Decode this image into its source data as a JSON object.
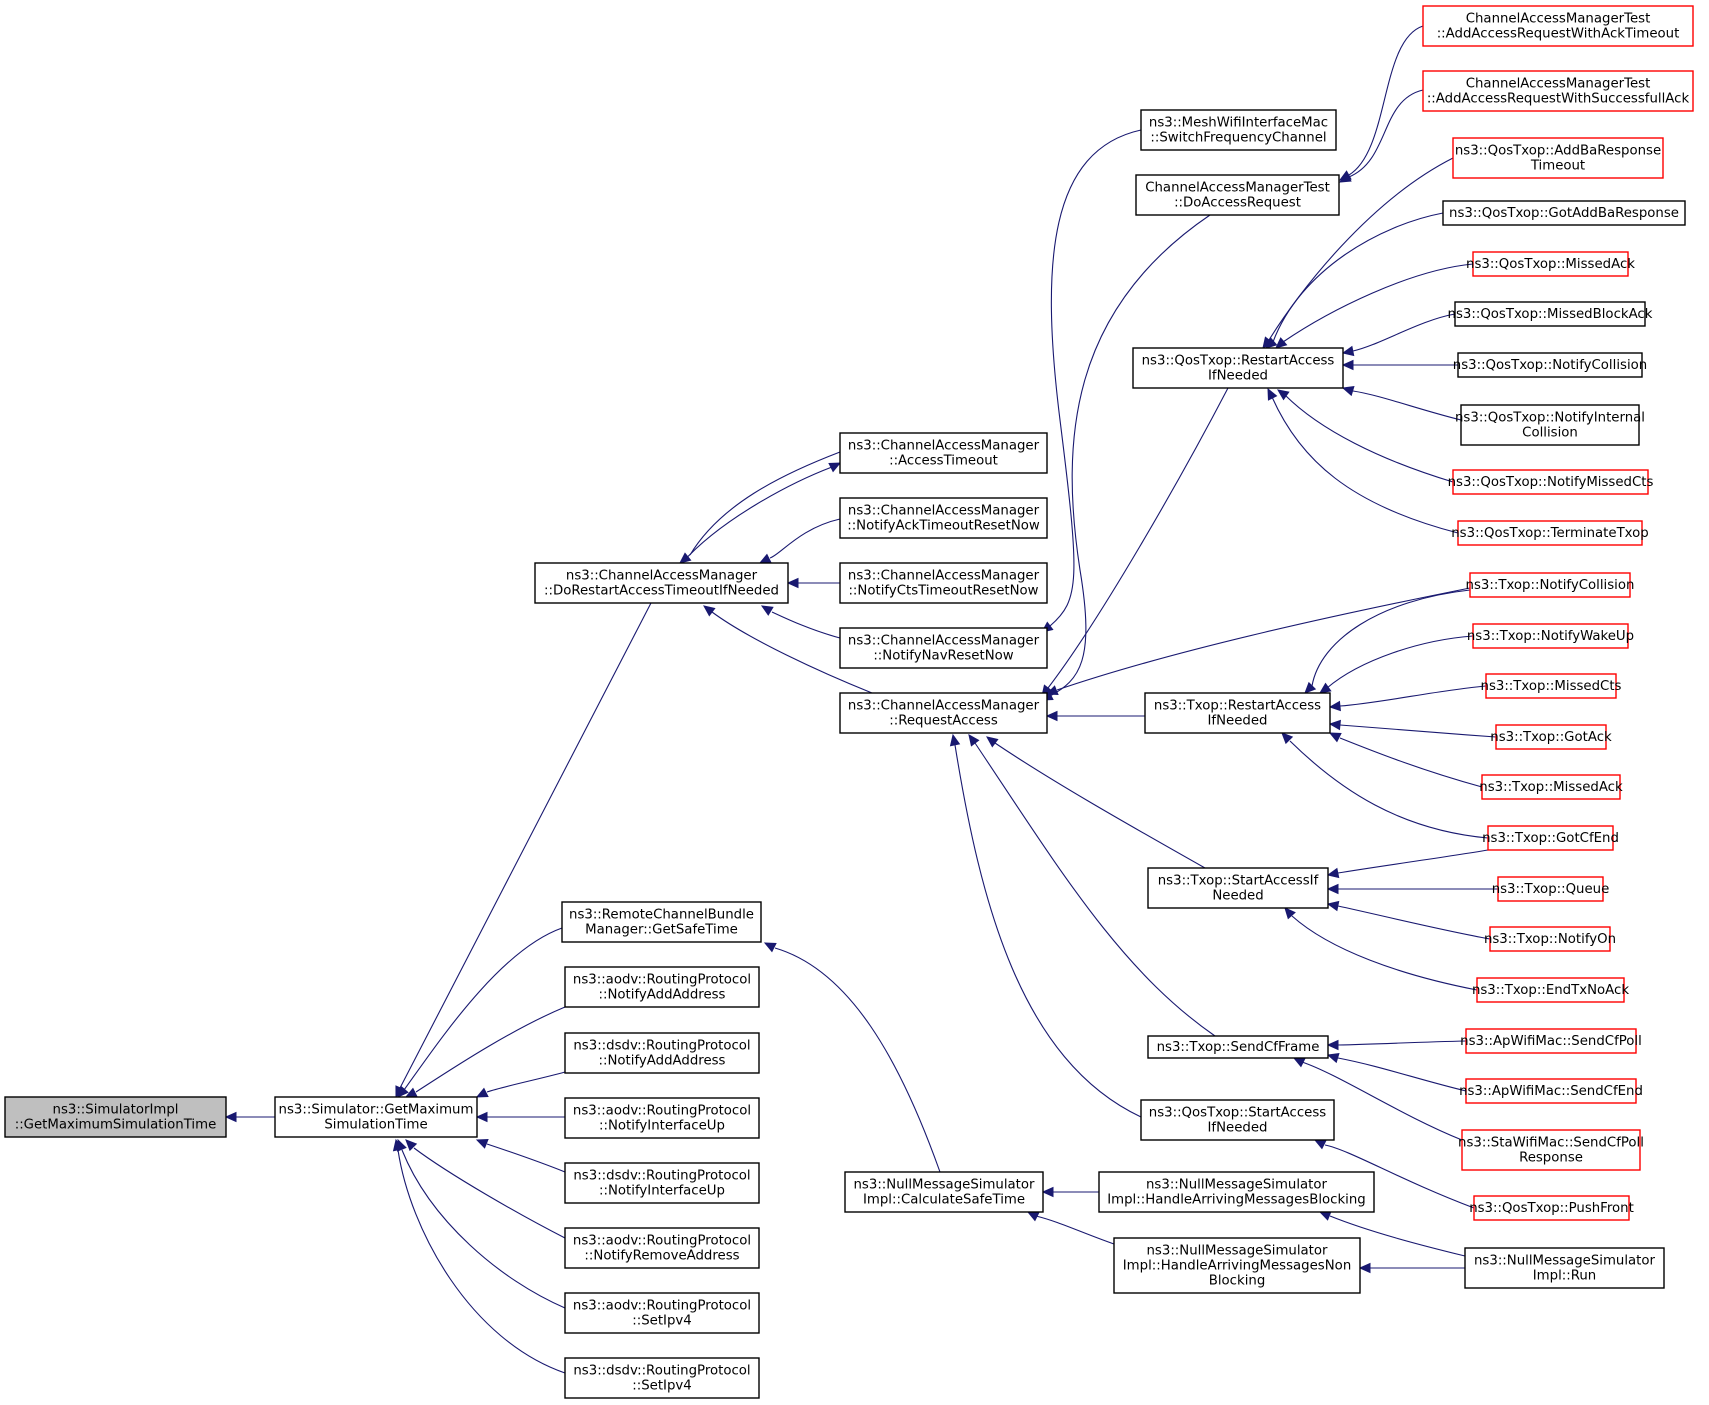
{
  "colors": {
    "edge": "#191970",
    "border_normal": "#000000",
    "border_truncated": "#ff0000",
    "root_fill": "#bfbfbf",
    "node_fill": "#ffffff"
  },
  "nodes": [
    {
      "id": "root",
      "lines": [
        "ns3::SimulatorImpl",
        "::GetMaximumSimulationTime"
      ],
      "style": "root"
    },
    {
      "id": "simgetmax",
      "lines": [
        "ns3::Simulator::GetMaximum",
        "SimulationTime"
      ],
      "style": "normal"
    },
    {
      "id": "cam_dorestart",
      "lines": [
        "ns3::ChannelAccessManager",
        "::DoRestartAccessTimeoutIfNeeded"
      ],
      "style": "normal"
    },
    {
      "id": "rcb_getsafe",
      "lines": [
        "ns3::RemoteChannelBundle",
        "Manager::GetSafeTime"
      ],
      "style": "normal"
    },
    {
      "id": "aodv_addaddr",
      "lines": [
        "ns3::aodv::RoutingProtocol",
        "::NotifyAddAddress"
      ],
      "style": "normal"
    },
    {
      "id": "dsdv_addaddr",
      "lines": [
        "ns3::dsdv::RoutingProtocol",
        "::NotifyAddAddress"
      ],
      "style": "normal"
    },
    {
      "id": "aodv_ifup",
      "lines": [
        "ns3::aodv::RoutingProtocol",
        "::NotifyInterfaceUp"
      ],
      "style": "normal"
    },
    {
      "id": "dsdv_ifup",
      "lines": [
        "ns3::dsdv::RoutingProtocol",
        "::NotifyInterfaceUp"
      ],
      "style": "normal"
    },
    {
      "id": "aodv_rmaddr",
      "lines": [
        "ns3::aodv::RoutingProtocol",
        "::NotifyRemoveAddress"
      ],
      "style": "normal"
    },
    {
      "id": "aodv_setipv4",
      "lines": [
        "ns3::aodv::RoutingProtocol",
        "::SetIpv4"
      ],
      "style": "normal"
    },
    {
      "id": "dsdv_setipv4",
      "lines": [
        "ns3::dsdv::RoutingProtocol",
        "::SetIpv4"
      ],
      "style": "normal"
    },
    {
      "id": "cam_accesstimeout",
      "lines": [
        "ns3::ChannelAccessManager",
        "::AccessTimeout"
      ],
      "style": "normal"
    },
    {
      "id": "cam_notifyack",
      "lines": [
        "ns3::ChannelAccessManager",
        "::NotifyAckTimeoutResetNow"
      ],
      "style": "normal"
    },
    {
      "id": "cam_notifycts",
      "lines": [
        "ns3::ChannelAccessManager",
        "::NotifyCtsTimeoutResetNow"
      ],
      "style": "normal"
    },
    {
      "id": "cam_notifynav",
      "lines": [
        "ns3::ChannelAccessManager",
        "::NotifyNavResetNow"
      ],
      "style": "normal"
    },
    {
      "id": "cam_requestaccess",
      "lines": [
        "ns3::ChannelAccessManager",
        "::RequestAccess"
      ],
      "style": "normal"
    },
    {
      "id": "nms_calcsafe",
      "lines": [
        "ns3::NullMessageSimulator",
        "Impl::CalculateSafeTime"
      ],
      "style": "normal"
    },
    {
      "id": "mesh_switch",
      "lines": [
        "ns3::MeshWifiInterfaceMac",
        "::SwitchFrequencyChannel"
      ],
      "style": "normal"
    },
    {
      "id": "camt_doaccess",
      "lines": [
        "ChannelAccessManagerTest",
        "::DoAccessRequest"
      ],
      "style": "normal"
    },
    {
      "id": "qos_restart",
      "lines": [
        "ns3::QosTxop::RestartAccess",
        "IfNeeded"
      ],
      "style": "normal"
    },
    {
      "id": "txop_restart",
      "lines": [
        "ns3::Txop::RestartAccess",
        "IfNeeded"
      ],
      "style": "normal"
    },
    {
      "id": "txop_startaccess",
      "lines": [
        "ns3::Txop::StartAccessIf",
        "Needed"
      ],
      "style": "normal"
    },
    {
      "id": "txop_sendcf",
      "lines": [
        "ns3::Txop::SendCfFrame"
      ],
      "style": "normal"
    },
    {
      "id": "qos_startaccess",
      "lines": [
        "ns3::QosTxop::StartAccess",
        "IfNeeded"
      ],
      "style": "normal"
    },
    {
      "id": "nms_harb",
      "lines": [
        "ns3::NullMessageSimulator",
        "Impl::HandleArrivingMessagesBlocking"
      ],
      "style": "normal"
    },
    {
      "id": "nms_harnb",
      "lines": [
        "ns3::NullMessageSimulator",
        "Impl::HandleArrivingMessagesNon",
        "Blocking"
      ],
      "style": "normal"
    },
    {
      "id": "camt_ackto",
      "lines": [
        "ChannelAccessManagerTest",
        "::AddAccessRequestWithAckTimeout"
      ],
      "style": "truncated"
    },
    {
      "id": "camt_successack",
      "lines": [
        "ChannelAccessManagerTest",
        "::AddAccessRequestWithSuccessfullAck"
      ],
      "style": "truncated"
    },
    {
      "id": "qos_addbato",
      "lines": [
        "ns3::QosTxop::AddBaResponse",
        "Timeout"
      ],
      "style": "truncated"
    },
    {
      "id": "qos_gotaddba",
      "lines": [
        "ns3::QosTxop::GotAddBaResponse"
      ],
      "style": "normal"
    },
    {
      "id": "qos_missedack",
      "lines": [
        "ns3::QosTxop::MissedAck"
      ],
      "style": "truncated"
    },
    {
      "id": "qos_missedblockack",
      "lines": [
        "ns3::QosTxop::MissedBlockAck"
      ],
      "style": "normal"
    },
    {
      "id": "qos_notifycoll",
      "lines": [
        "ns3::QosTxop::NotifyCollision"
      ],
      "style": "normal"
    },
    {
      "id": "qos_notifyintcoll",
      "lines": [
        "ns3::QosTxop::NotifyInternal",
        "Collision"
      ],
      "style": "normal"
    },
    {
      "id": "qos_notifymissedcts",
      "lines": [
        "ns3::QosTxop::NotifyMissedCts"
      ],
      "style": "truncated"
    },
    {
      "id": "qos_terminate",
      "lines": [
        "ns3::QosTxop::TerminateTxop"
      ],
      "style": "truncated"
    },
    {
      "id": "txop_notifycoll",
      "lines": [
        "ns3::Txop::NotifyCollision"
      ],
      "style": "truncated"
    },
    {
      "id": "txop_notifywake",
      "lines": [
        "ns3::Txop::NotifyWakeUp"
      ],
      "style": "truncated"
    },
    {
      "id": "txop_missedcts",
      "lines": [
        "ns3::Txop::MissedCts"
      ],
      "style": "truncated"
    },
    {
      "id": "txop_gotack",
      "lines": [
        "ns3::Txop::GotAck"
      ],
      "style": "truncated"
    },
    {
      "id": "txop_missedack",
      "lines": [
        "ns3::Txop::MissedAck"
      ],
      "style": "truncated"
    },
    {
      "id": "txop_gotcfend",
      "lines": [
        "ns3::Txop::GotCfEnd"
      ],
      "style": "truncated"
    },
    {
      "id": "txop_queue",
      "lines": [
        "ns3::Txop::Queue"
      ],
      "style": "truncated"
    },
    {
      "id": "txop_notifyon",
      "lines": [
        "ns3::Txop::NotifyOn"
      ],
      "style": "truncated"
    },
    {
      "id": "txop_endtxnoack",
      "lines": [
        "ns3::Txop::EndTxNoAck"
      ],
      "style": "truncated"
    },
    {
      "id": "ap_sendcfpoll",
      "lines": [
        "ns3::ApWifiMac::SendCfPoll"
      ],
      "style": "truncated"
    },
    {
      "id": "ap_sendcfend",
      "lines": [
        "ns3::ApWifiMac::SendCfEnd"
      ],
      "style": "truncated"
    },
    {
      "id": "sta_sendcfpollresp",
      "lines": [
        "ns3::StaWifiMac::SendCfPoll",
        "Response"
      ],
      "style": "truncated"
    },
    {
      "id": "qos_pushfront",
      "lines": [
        "ns3::QosTxop::PushFront"
      ],
      "style": "truncated"
    },
    {
      "id": "nms_run",
      "lines": [
        "ns3::NullMessageSimulator",
        "Impl::Run"
      ],
      "style": "normal"
    }
  ],
  "edges": [
    [
      "simgetmax",
      "root"
    ],
    [
      "cam_dorestart",
      "simgetmax"
    ],
    [
      "rcb_getsafe",
      "simgetmax"
    ],
    [
      "aodv_addaddr",
      "simgetmax"
    ],
    [
      "dsdv_addaddr",
      "simgetmax"
    ],
    [
      "aodv_ifup",
      "simgetmax"
    ],
    [
      "dsdv_ifup",
      "simgetmax"
    ],
    [
      "aodv_rmaddr",
      "simgetmax"
    ],
    [
      "aodv_setipv4",
      "simgetmax"
    ],
    [
      "dsdv_setipv4",
      "simgetmax"
    ],
    [
      "cam_accesstimeout",
      "cam_dorestart"
    ],
    [
      "cam_dorestart",
      "cam_accesstimeout"
    ],
    [
      "cam_notifyack",
      "cam_dorestart"
    ],
    [
      "cam_notifycts",
      "cam_dorestart"
    ],
    [
      "cam_notifynav",
      "cam_dorestart"
    ],
    [
      "cam_requestaccess",
      "cam_dorestart"
    ],
    [
      "nms_calcsafe",
      "rcb_getsafe"
    ],
    [
      "mesh_switch",
      "cam_notifynav"
    ],
    [
      "camt_doaccess",
      "cam_requestaccess"
    ],
    [
      "qos_restart",
      "cam_requestaccess"
    ],
    [
      "txop_notifycoll",
      "cam_requestaccess"
    ],
    [
      "txop_restart",
      "cam_requestaccess"
    ],
    [
      "txop_startaccess",
      "cam_requestaccess"
    ],
    [
      "txop_sendcf",
      "cam_requestaccess"
    ],
    [
      "qos_startaccess",
      "cam_requestaccess"
    ],
    [
      "camt_ackto",
      "camt_doaccess"
    ],
    [
      "camt_successack",
      "camt_doaccess"
    ],
    [
      "qos_addbato",
      "qos_restart"
    ],
    [
      "qos_gotaddba",
      "qos_restart"
    ],
    [
      "qos_missedack",
      "qos_restart"
    ],
    [
      "qos_missedblockack",
      "qos_restart"
    ],
    [
      "qos_notifycoll",
      "qos_restart"
    ],
    [
      "qos_notifyintcoll",
      "qos_restart"
    ],
    [
      "qos_notifymissedcts",
      "qos_restart"
    ],
    [
      "qos_terminate",
      "qos_restart"
    ],
    [
      "txop_notifycoll",
      "txop_restart"
    ],
    [
      "txop_notifywake",
      "txop_restart"
    ],
    [
      "txop_missedcts",
      "txop_restart"
    ],
    [
      "txop_gotack",
      "txop_restart"
    ],
    [
      "txop_missedack",
      "txop_restart"
    ],
    [
      "txop_gotcfend",
      "txop_restart"
    ],
    [
      "txop_gotcfend",
      "txop_startaccess"
    ],
    [
      "txop_queue",
      "txop_startaccess"
    ],
    [
      "txop_notifyon",
      "txop_startaccess"
    ],
    [
      "txop_endtxnoack",
      "txop_startaccess"
    ],
    [
      "ap_sendcfpoll",
      "txop_sendcf"
    ],
    [
      "ap_sendcfend",
      "txop_sendcf"
    ],
    [
      "sta_sendcfpollresp",
      "txop_sendcf"
    ],
    [
      "qos_pushfront",
      "qos_startaccess"
    ],
    [
      "nms_harb",
      "nms_calcsafe"
    ],
    [
      "nms_harnb",
      "nms_calcsafe"
    ],
    [
      "nms_run",
      "nms_harb"
    ],
    [
      "nms_run",
      "nms_harnb"
    ]
  ]
}
